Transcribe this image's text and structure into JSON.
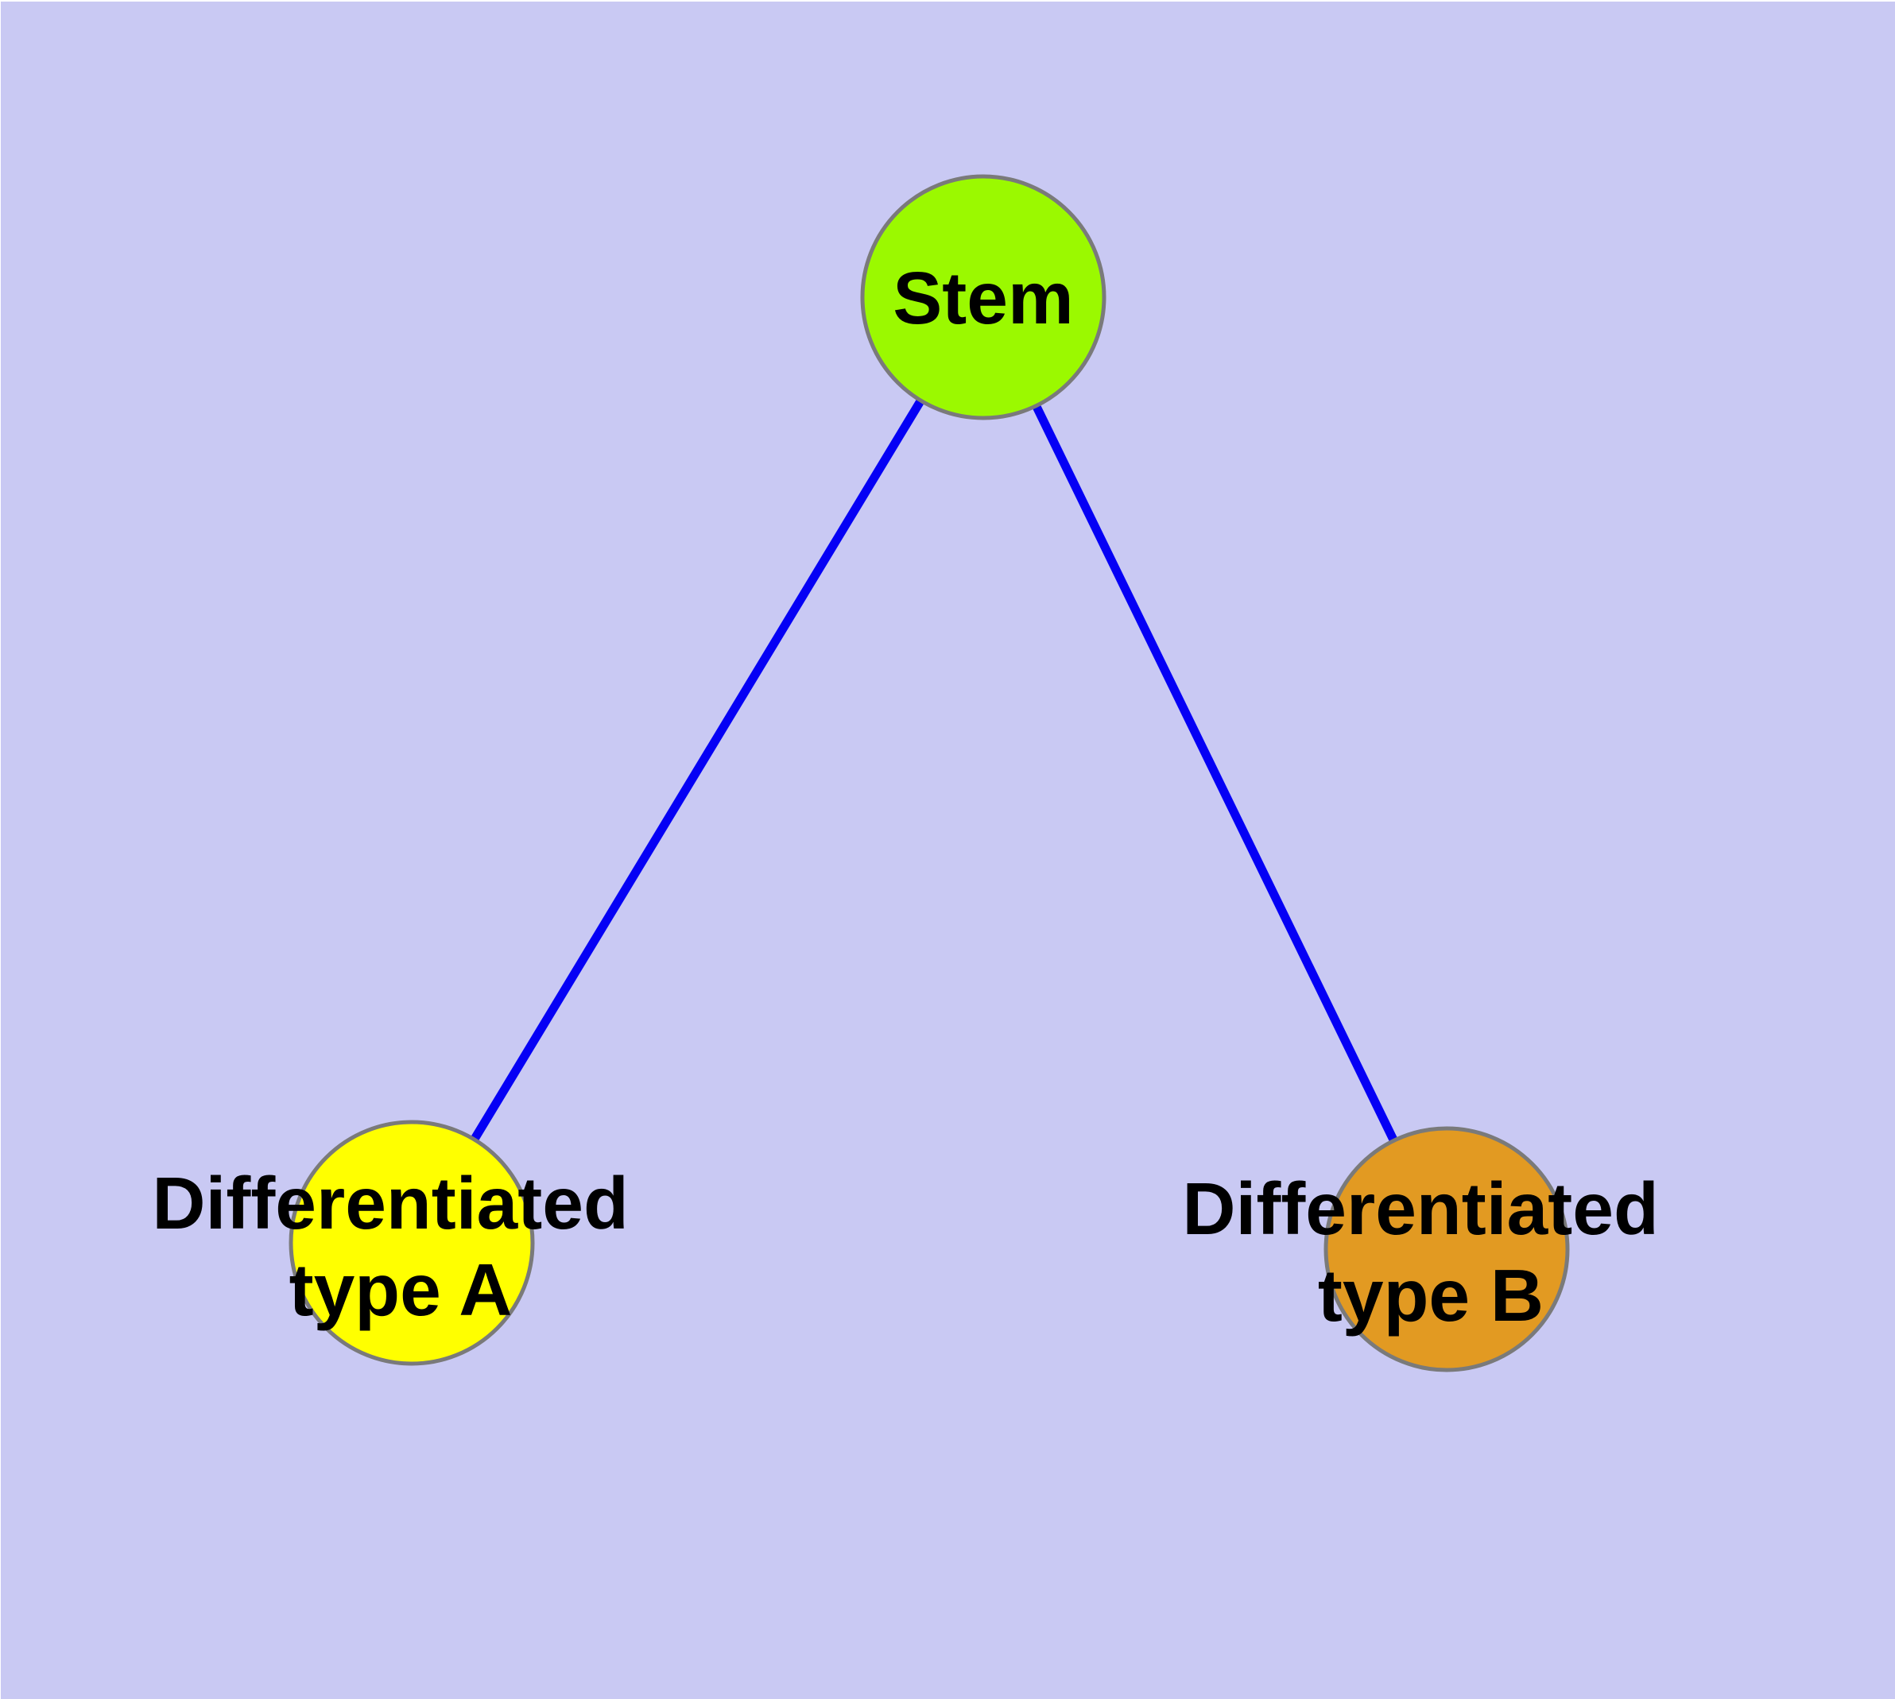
{
  "diagram": {
    "type": "graph",
    "background_color": "#C9C9F3",
    "edge_color": "#0500F5",
    "node_border_color": "#7A7A7A",
    "label_color": "#000000",
    "nodes": [
      {
        "id": "stem",
        "label": "Stem",
        "fill": "#9BF900"
      },
      {
        "id": "differentiated-type-a",
        "label": "Differentiated type A",
        "label_line1": "Differentiated",
        "label_line2": "type A",
        "fill": "#FFFF00"
      },
      {
        "id": "differentiated-type-b",
        "label": "Differentiated type B",
        "label_line1": "Differentiated",
        "label_line2": "type B",
        "fill": "#E29A22"
      }
    ],
    "edges": [
      {
        "from": "stem",
        "to": "differentiated-type-a"
      },
      {
        "from": "stem",
        "to": "differentiated-type-b"
      }
    ]
  }
}
